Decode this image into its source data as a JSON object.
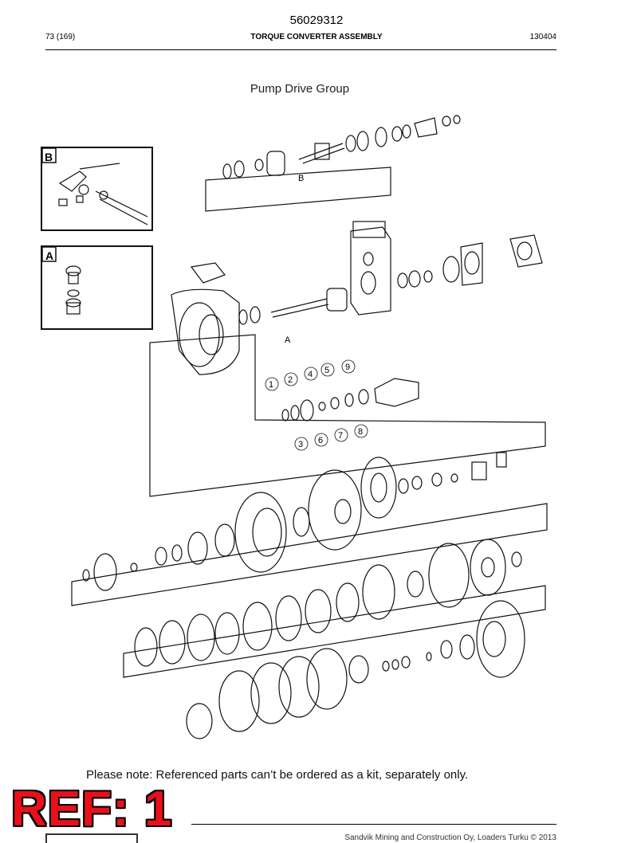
{
  "header": {
    "doc_number": "56029312",
    "page": "73 (169)",
    "section_title": "TORQUE CONVERTER ASSEMBLY",
    "date_code": "130404"
  },
  "diagram": {
    "title": "Pump Drive Group",
    "inset_b_label": "B",
    "inset_a_label": "A",
    "marker_b": "B",
    "marker_a": "A",
    "callouts": [
      "1",
      "2",
      "3",
      "4",
      "5",
      "6",
      "7",
      "8",
      "9"
    ]
  },
  "note": "Please note: Referenced parts can’t be ordered as a kit, separately only.",
  "stamp": "REF: 1",
  "footer": {
    "company": "Sandvik Mining and Construction Oy, Loaders Turku © 2013"
  }
}
